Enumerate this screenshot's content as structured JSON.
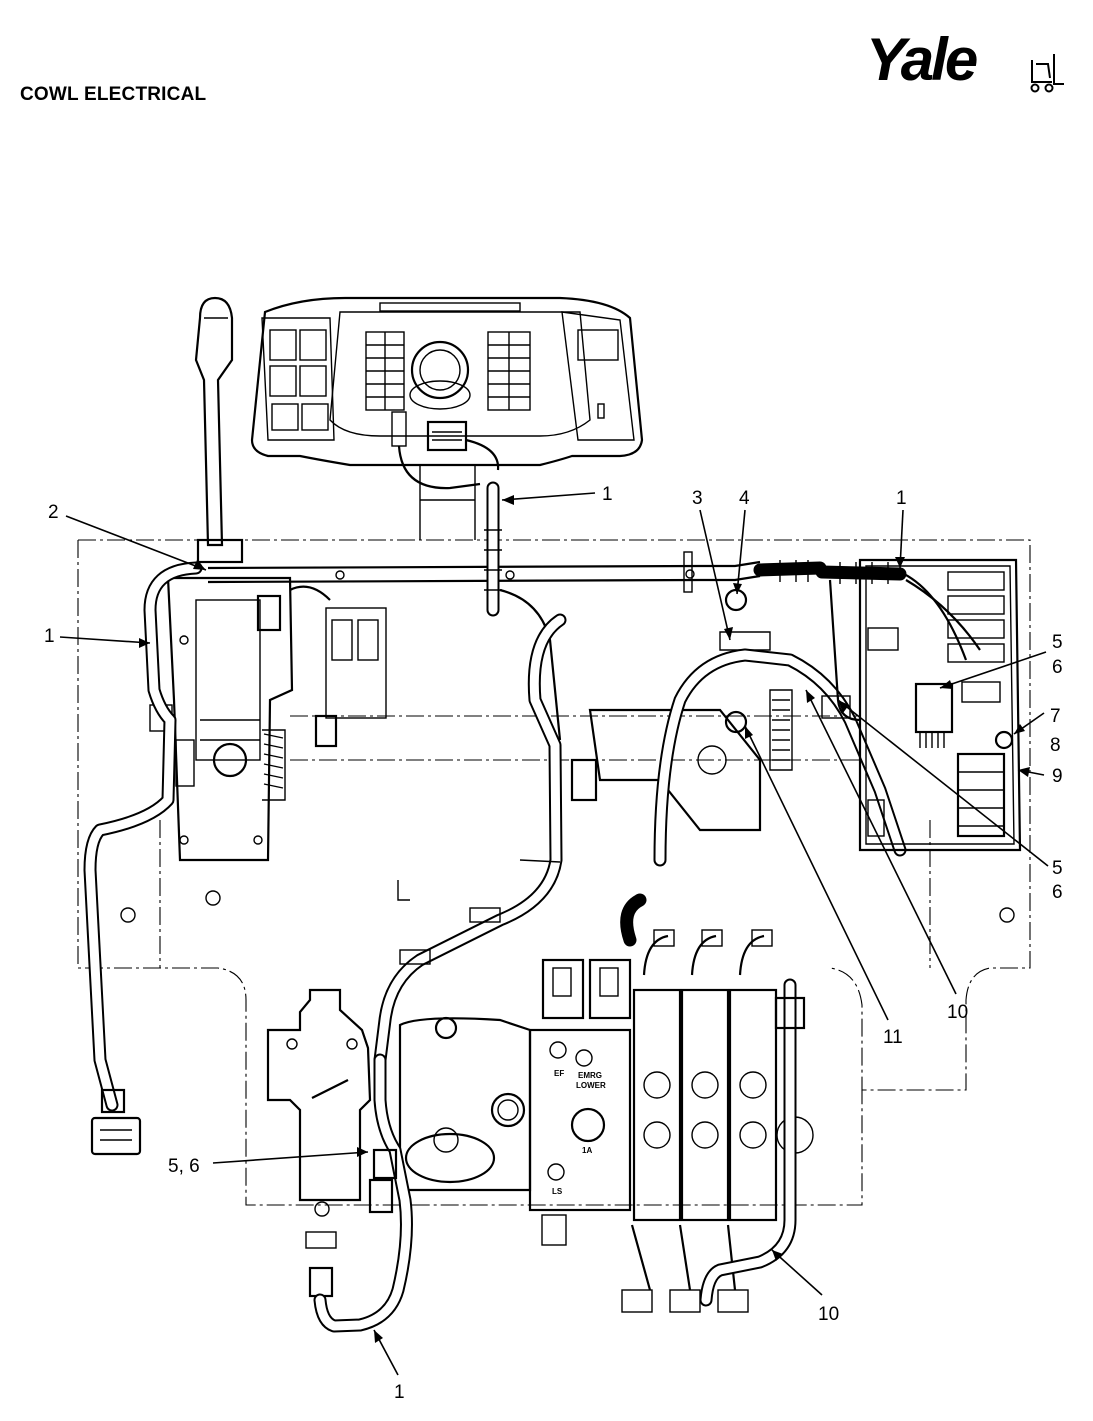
{
  "header": {
    "title": "COWL ELECTRICAL",
    "logo_text": "Yale"
  },
  "panel_markings": {
    "ef": "EF",
    "emrg_lower_1": "EMRG",
    "emrg_lower_2": "LOWER",
    "port_1a": "1A",
    "port_ls": "LS"
  },
  "callouts": [
    {
      "id": "c1-top",
      "label": "1"
    },
    {
      "id": "c2",
      "label": "2"
    },
    {
      "id": "c1-left",
      "label": "1"
    },
    {
      "id": "c3",
      "label": "3"
    },
    {
      "id": "c4",
      "label": "4"
    },
    {
      "id": "c1-right",
      "label": "1"
    },
    {
      "id": "c5-upper",
      "label": "5"
    },
    {
      "id": "c6-upper",
      "label": "6"
    },
    {
      "id": "c7",
      "label": "7"
    },
    {
      "id": "c8",
      "label": "8"
    },
    {
      "id": "c9",
      "label": "9"
    },
    {
      "id": "c5-lower",
      "label": "5"
    },
    {
      "id": "c6-lower",
      "label": "6"
    },
    {
      "id": "c10-upper",
      "label": "10"
    },
    {
      "id": "c11",
      "label": "11"
    },
    {
      "id": "c56",
      "label": "5, 6"
    },
    {
      "id": "c10-lower",
      "label": "10"
    },
    {
      "id": "c1-bottom",
      "label": "1"
    }
  ]
}
